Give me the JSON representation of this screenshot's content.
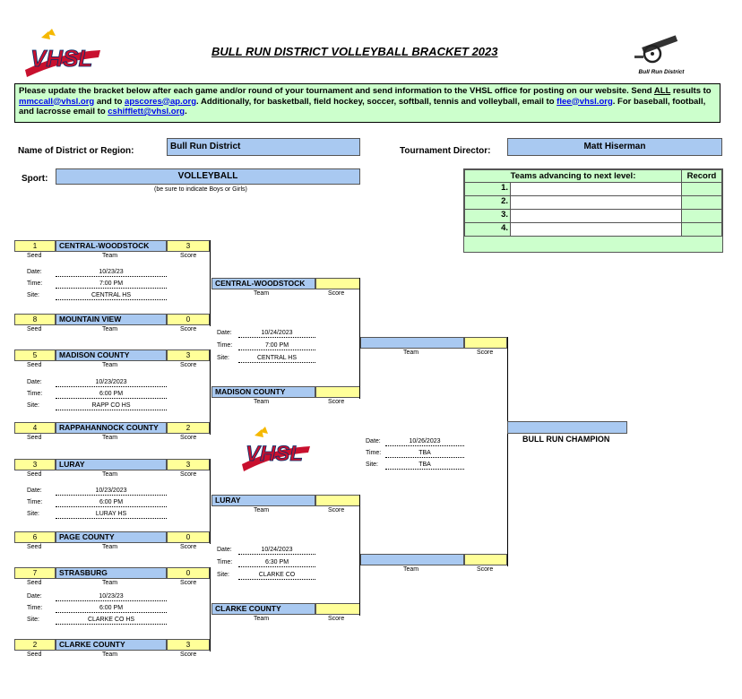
{
  "header": {
    "title": "BULL RUN DISTRICT VOLLEYBALL BRACKET 2023",
    "logo_text": "VHSL",
    "district_logo_caption": "Bull Run District"
  },
  "notice": {
    "text1": "Please update the bracket below after each game and/or round of your tournament and send information to the VHSL office for posting on our website.  Send ",
    "all": "ALL",
    "text2": " results to ",
    "email1": "mmccall@vhsl.org",
    "text3": " and to ",
    "email2": "apscores@ap.org",
    "text4": ".  Additionally, for basketball, field hockey, soccer, softball, tennis and volleyball, email to ",
    "email3a": "flee@vhsl.",
    "email3b": "org",
    "text5": ".  For baseball, football, and lacrosse email to ",
    "email4": "cshifflett@vhsl.org",
    "text6": "."
  },
  "form": {
    "district_label": "Name of District or Region:",
    "district_value": "Bull Run District",
    "director_label": "Tournament Director:",
    "director_value": "Matt Hiserman",
    "sport_label": "Sport:",
    "sport_value": "VOLLEYBALL",
    "sport_note": "(be sure to indicate Boys or Girls)"
  },
  "advancing": {
    "header": "Teams advancing to next level:",
    "record_header": "Record",
    "rows": [
      "1.",
      "2.",
      "3.",
      "4."
    ]
  },
  "captions": {
    "seed": "Seed",
    "team": "Team",
    "score": "Score",
    "date": "Date:",
    "time": "Time:",
    "site": "Site:"
  },
  "round1": [
    {
      "seed": "1",
      "team": "CENTRAL-WOODSTOCK",
      "score": "3"
    },
    {
      "seed": "8",
      "team": "MOUNTAIN VIEW",
      "score": "0"
    },
    {
      "seed": "5",
      "team": "MADISON COUNTY",
      "score": "3"
    },
    {
      "seed": "4",
      "team": "RAPPAHANNOCK COUNTY",
      "score": "2"
    },
    {
      "seed": "3",
      "team": "LURAY",
      "score": "3"
    },
    {
      "seed": "6",
      "team": "PAGE COUNTY",
      "score": "0"
    },
    {
      "seed": "7",
      "team": "STRASBURG",
      "score": "0"
    },
    {
      "seed": "2",
      "team": "CLARKE COUNTY",
      "score": "3"
    }
  ],
  "round1_games": [
    {
      "date": "10/23/23",
      "time": "7:00 PM",
      "site": "CENTRAL HS"
    },
    {
      "date": "10/23/2023",
      "time": "6:00 PM",
      "site": "RAPP CO HS"
    },
    {
      "date": "10/23/2023",
      "time": "6:00 PM",
      "site": "LURAY HS"
    },
    {
      "date": "10/23/23",
      "time": "6:00 PM",
      "site": "CLARKE CO HS"
    }
  ],
  "round2": [
    {
      "team": "CENTRAL-WOODSTOCK",
      "score": ""
    },
    {
      "team": "MADISON COUNTY",
      "score": ""
    },
    {
      "team": "LURAY",
      "score": ""
    },
    {
      "team": "CLARKE COUNTY",
      "score": ""
    }
  ],
  "round2_games": [
    {
      "date": "10/24/2023",
      "time": "7:00 PM",
      "site": "CENTRAL HS"
    },
    {
      "date": "10/24/2023",
      "time": "6:30 PM",
      "site": "CLARKE CO"
    }
  ],
  "final_game": {
    "date": "10/26/2023",
    "time": "TBA",
    "site": "TBA"
  },
  "champion_label": "BULL RUN CHAMPION",
  "center_logo_text": "VHSL"
}
